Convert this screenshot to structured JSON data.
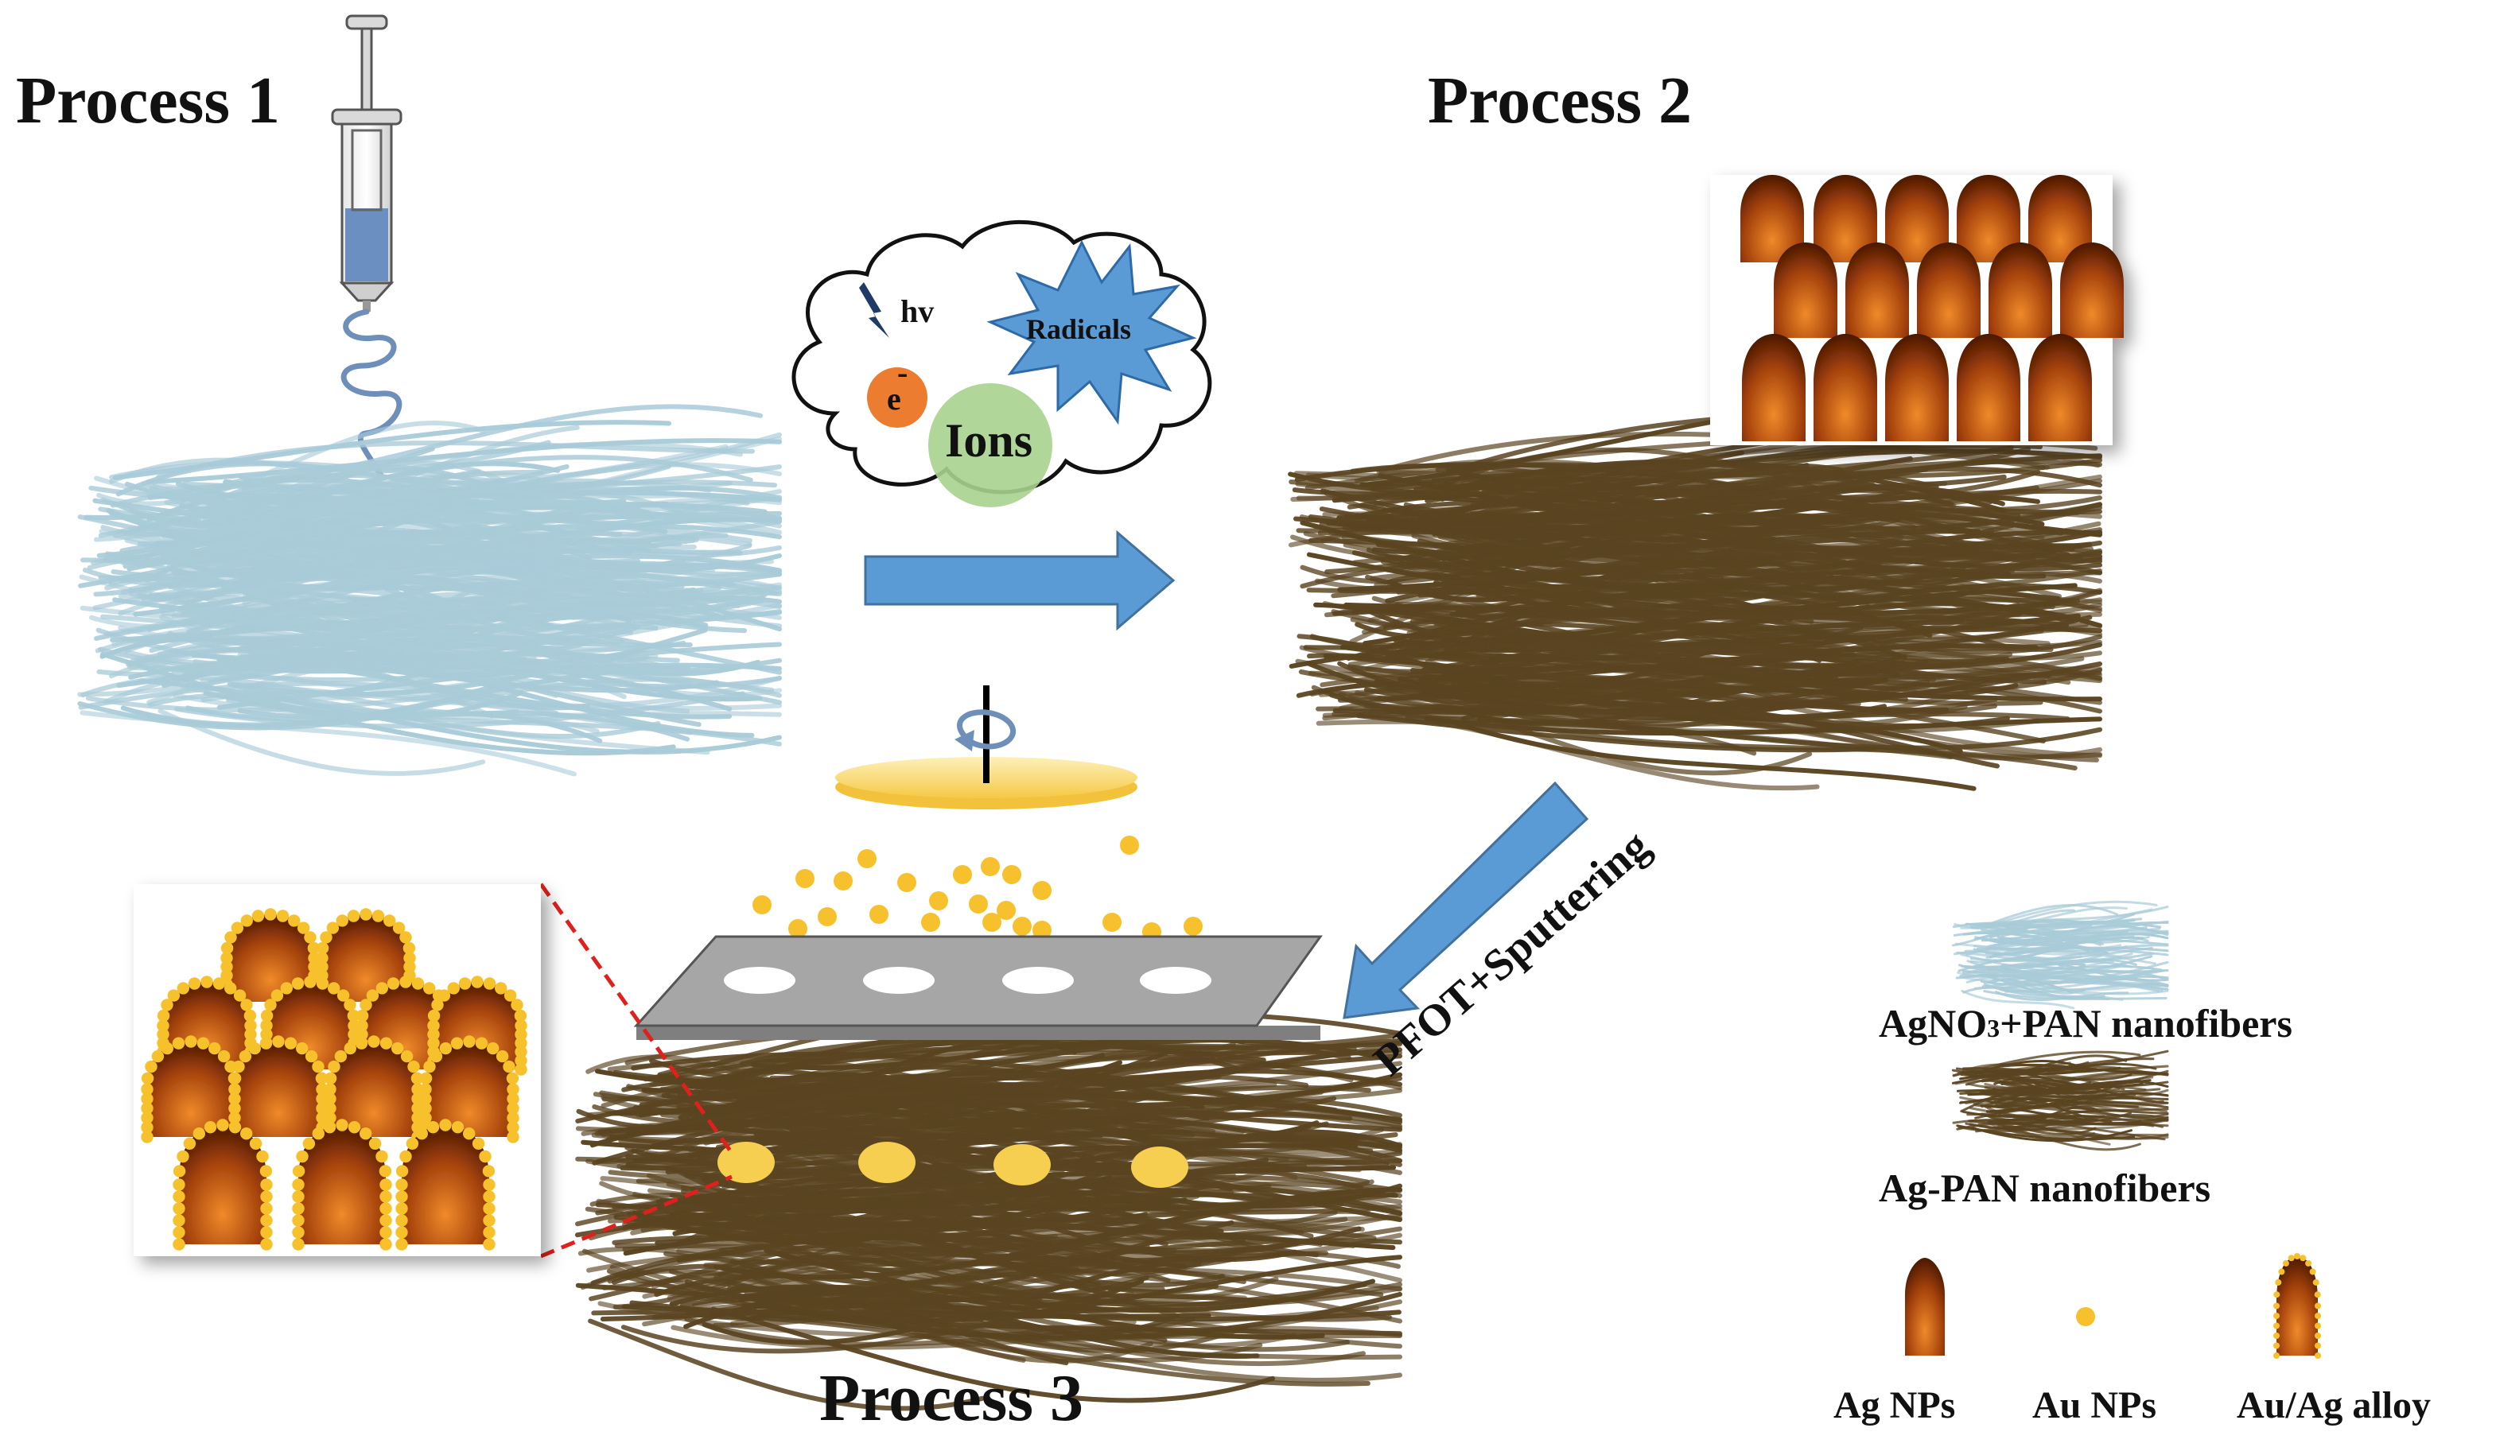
{
  "labels": {
    "process1": "Process 1",
    "process2": "Process 2",
    "process3": "Process 3",
    "sputtering": "PFOT+Sputtering"
  },
  "cloud": {
    "hv": "hv",
    "radicals": "Radicals",
    "electron": "e",
    "electron_charge": "-",
    "ions": "Ions"
  },
  "legend": {
    "agno3_prefix": "AgNO",
    "agno3_sub": "3",
    "agno3_suffix": "+PAN nanofibers",
    "ag_pan": "Ag-PAN nanofibers",
    "ag_nps": "Ag NPs",
    "au_nps": "Au NPs",
    "alloy": "Au/Ag alloy"
  },
  "colors": {
    "pan_fiber": "#a9cbd8",
    "ag_fiber": "#5a4421",
    "arrow": "#5b9bd5",
    "gold": "#f6c12c",
    "ag_np_dark": "#6e2a04",
    "ag_np_light": "#e8761d",
    "mask": "#a6a6a6"
  }
}
